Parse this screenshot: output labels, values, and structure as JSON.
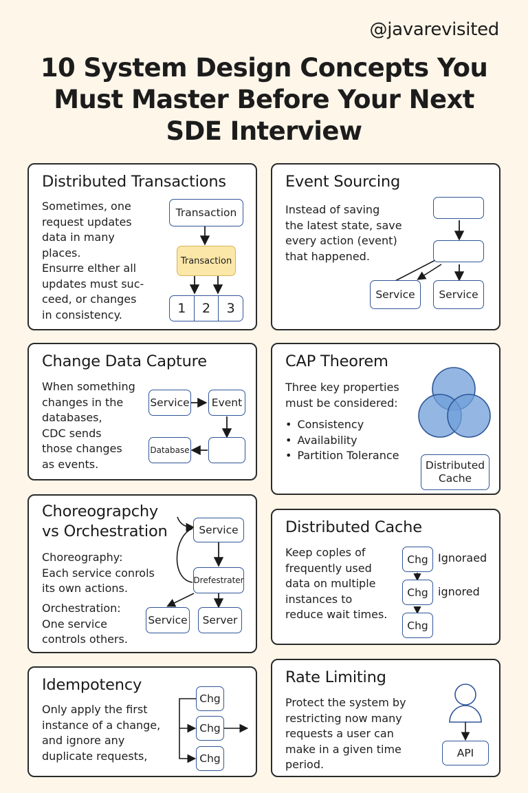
{
  "handle": "@javarevisited",
  "title": [
    "10 System Design Concepts You",
    "Must Master Before Your Next",
    "SDE Interview"
  ],
  "colors": {
    "background": "#fdf6e9",
    "card_border": "#2a2a2a",
    "box_border": "#2f5597",
    "highlight_fill": "#fbe7a8",
    "venn_fill": "#6f9fd8"
  },
  "cards": {
    "distributed_transactions": {
      "title": "Distributed Transactions",
      "description": [
        "Sometimes, one",
        "request updates",
        "data in many",
        "places.",
        "Ensurre elther all",
        "updates must suc-",
        "ceed, or changes",
        "in consistency."
      ],
      "diagram": {
        "top": "Transaction",
        "middle": "Transaction",
        "cells": [
          "1",
          "2",
          "3"
        ]
      }
    },
    "event_sourcing": {
      "title": "Event Sourcing",
      "description": [
        "Instead of saving",
        "the latest state, save",
        "every action (event)",
        "that happened."
      ],
      "diagram": {
        "top": "",
        "middle": "",
        "left": "Service",
        "right": "Service"
      }
    },
    "change_data_capture": {
      "title": "Change Data Capture",
      "description": [
        "When something",
        "changes in the",
        "databases,",
        "CDC sends",
        "those changes",
        "as events."
      ],
      "diagram": {
        "service": "Service",
        "event": "Event",
        "database": "Database",
        "blank": ""
      }
    },
    "cap_theorem": {
      "title": "CAP Theorem",
      "description": [
        "Three key properties",
        "must be considered:"
      ],
      "properties": [
        "Consistency",
        "Availability",
        "Partition Tolerance"
      ],
      "diagram": {
        "box": [
          "Distributed",
          "Cache"
        ]
      }
    },
    "choreography": {
      "title": [
        "Choreograpchy",
        "vs Orchestration"
      ],
      "choreography_desc": [
        "Choreography:",
        "Each service conrols",
        "its own actions."
      ],
      "orchestration_desc": [
        "Orchestration:",
        "One service",
        "controls others."
      ],
      "diagram": {
        "top": "Service",
        "middle": "Drefestrater",
        "left": "Service",
        "right": "Server"
      }
    },
    "distributed_cache": {
      "title": "Distributed Cache",
      "description": [
        "Keep coples of",
        "frequently  used",
        "data on multiple",
        "instances to",
        "reduce wait times."
      ],
      "diagram": {
        "boxes": [
          "Chg",
          "Chg",
          "Chg"
        ],
        "labels": [
          "Ignoraed",
          "ignored"
        ]
      }
    },
    "idempotency": {
      "title": "Idempotency",
      "description": [
        "Only apply the first",
        "instance of a change,",
        "and ignore any",
        "duplicate requests,"
      ],
      "diagram": {
        "boxes": [
          "Chg",
          "Chg",
          "Chg"
        ]
      }
    },
    "rate_limiting": {
      "title": "Rate Limiting",
      "description": [
        "Protect the system by",
        "restricting now many",
        "requests a user can",
        "make in a given time",
        "period."
      ],
      "diagram": {
        "api": "API"
      }
    }
  }
}
